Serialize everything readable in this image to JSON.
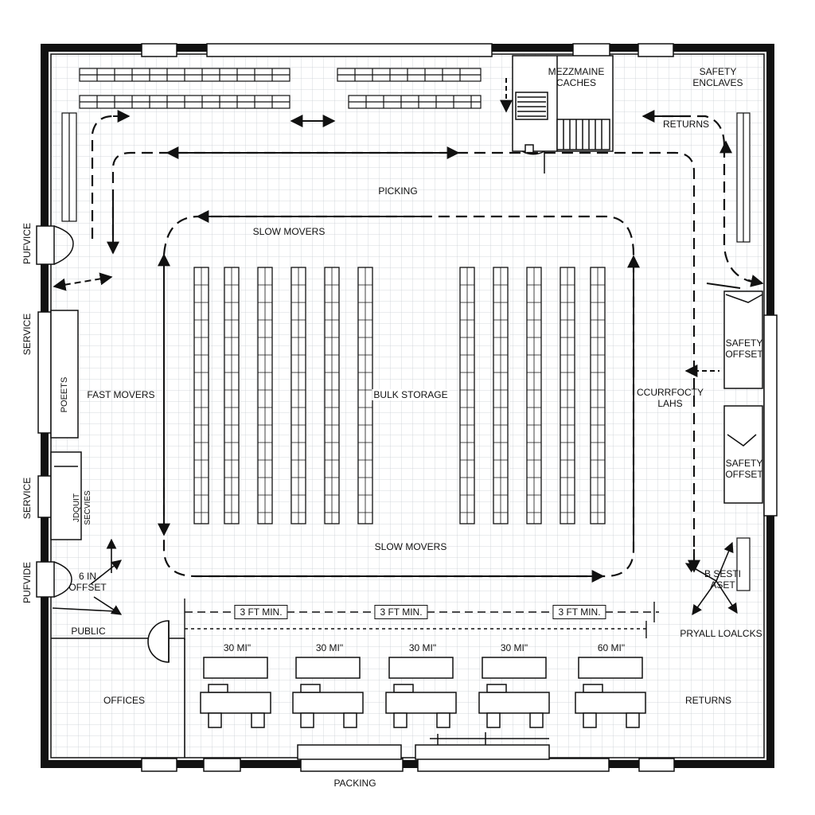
{
  "colors": {
    "wall": "#111111",
    "line": "#222222",
    "grid": "#c9ced4",
    "paper": "#ffffff"
  },
  "labels": {
    "mezzanine": "MEZZMAINE\nCACHES",
    "safety_enclaves": "SAFETY\nENCLAVES",
    "returns_top": "RETURNS",
    "picking": "PICKING",
    "slow_movers_top": "SLOW MOVERS",
    "fast_movers": "FAST MOVERS",
    "bulk_storage": "BULK STORAGE",
    "currently_laths": "CCURRFOCTY\nLAHS",
    "safety_offset_1": "SAFETY\nOFFSET",
    "safety_offset_2": "SAFETY\nOFFSET",
    "slow_movers_bottom": "SLOW MOVERS",
    "offset_right": "B SESTI\nASET",
    "pryall_loacks": "PRYALL LOALCKS",
    "offset_left": "6 IN\nOFFSET",
    "public": "PUBLIC",
    "offices": "OFFICES",
    "returns_bottom": "RETURNS",
    "packing": "PACKING",
    "side_pufvice": "PUFVICE",
    "side_service_1": "SERVICE",
    "side_service_2": "SERVICE",
    "side_pufvide": "PUFVIDE",
    "poeets": "POEETS",
    "jdquit_secvices": "JDQUIT\nSECVIES"
  },
  "clearances": [
    "3 FT MIN.",
    "3 FT MIN.",
    "3 FT MIN."
  ],
  "stations": [
    "30 MI\"",
    "30 MI\"",
    "30 MI\"",
    "30 MI\"",
    "60 MI\""
  ]
}
